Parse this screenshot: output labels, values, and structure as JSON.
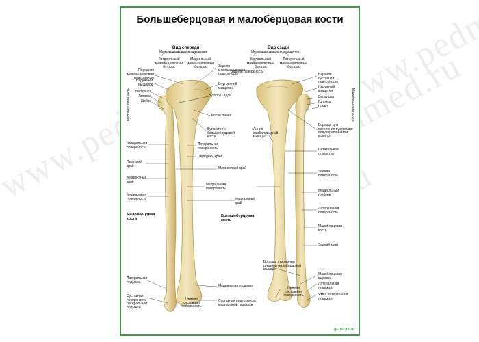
{
  "title": "Большеберцовая и малоберцовая кости",
  "watermark": "www.pedmed.ru",
  "logo": "ДЕЛЬТАКОД",
  "colors": {
    "frame": "#3f9a44",
    "bone": "#e9d9a0",
    "bone_shade": "#cdb46a"
  },
  "front": {
    "header": "Вид спереди",
    "sub": "Межмыщелковое возвышение",
    "left_labels": [
      "Передняя межмыщелковая поверхность",
      "Наружный мыщелок",
      "Верхушка",
      "Головка",
      "Шейка",
      "Латеральная поверхность",
      "Передний край",
      "Межкостный край",
      "Медиальная поверхность",
      "Малоберцовая кость",
      "Латеральная лодыжка",
      "Суставная поверхность латеральной лодыжки"
    ],
    "right_labels": [
      "Задняя межмыщелковая поверхность",
      "Внутренний мыщелок",
      "Бугорок Герди",
      "Косая линия",
      "Бугристость большеберцовой кости",
      "Латеральная поверхность",
      "Передний край",
      "Межкостный край",
      "Медиальная поверхность",
      "Медиальный край",
      "Большеберцовая кость",
      "Медиальная лодыжка",
      "Суставная поверхность медиальной лодыжки"
    ],
    "top_labels": [
      "Латеральный межмыщелковый бугорок",
      "Медиальный межмыщелковый бугорок"
    ],
    "bottom_label": "Нижняя суставная поверхность",
    "vertical": "Малоберцовая кость"
  },
  "back": {
    "header": "Вид сзади",
    "sub": "Межмыщелковое возвышение",
    "left_labels": [
      "Задняя поверхность",
      "Линия камбаловидной мышцы",
      "Бороздa сухожилия длинной малоберцовой мышцы",
      "Нижняя суставная поверхность"
    ],
    "right_labels": [
      "Верхняя суставная поверхность",
      "Наружный мыщелок",
      "Верхушка",
      "Головка",
      "Шейка",
      "Борозда для крепления сухожилия полуперепончатой мышцы",
      "Питательное отверстие",
      "Задняя поверхность",
      "Медиальный гребень",
      "Латеральная поверхность",
      "Малоберцовая кость",
      "Задний край",
      "Малоберцовая вырезка",
      "Латеральная лодыжка",
      "Ямка латеральной лодыжки"
    ],
    "top_labels": [
      "Медиальный межмыщелковый бугорок",
      "Латеральный межмыщелковый бугорок"
    ],
    "vertical": "Малоберцовая кость"
  }
}
